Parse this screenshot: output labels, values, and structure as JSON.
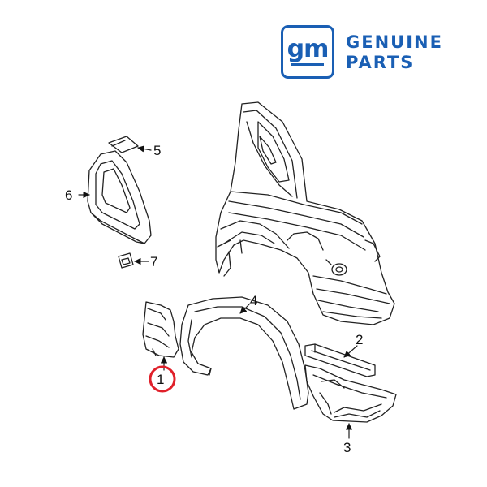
{
  "logo": {
    "mark": "gm",
    "line1": "GENUINE",
    "line2": "PARTS",
    "color": "#1a5fb4"
  },
  "callouts": [
    {
      "id": "1",
      "label": "1",
      "highlighted": true
    },
    {
      "id": "2",
      "label": "2"
    },
    {
      "id": "3",
      "label": "3"
    },
    {
      "id": "4",
      "label": "4"
    },
    {
      "id": "5",
      "label": "5"
    },
    {
      "id": "6",
      "label": "6"
    },
    {
      "id": "7",
      "label": "7"
    }
  ],
  "highlight_color": "#e0202a"
}
